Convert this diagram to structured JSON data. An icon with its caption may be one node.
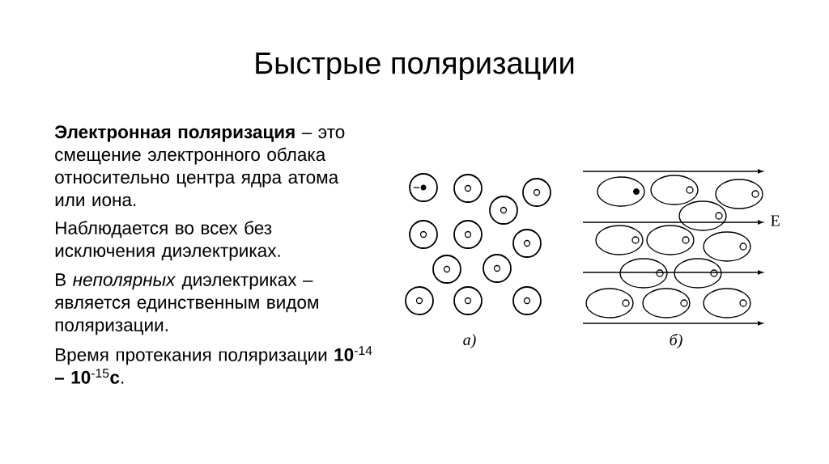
{
  "diagram": {
    "title": "Быстрые поляризации",
    "labels": [
      "**Электронная поляризация** – это смещение электронного облака относительно центра ядра атома или иона.",
      "Наблюдается во всех без исключения диэлектриках.",
      "В *неполярных* диэлектриках – является единственным видом поляризации.",
      "Время протекания поляризации **10**$^{-14}$ **– 10**$^{-15}$**с**.",
      "а)",
      "б)",
      "E"
    ]
  }
}
